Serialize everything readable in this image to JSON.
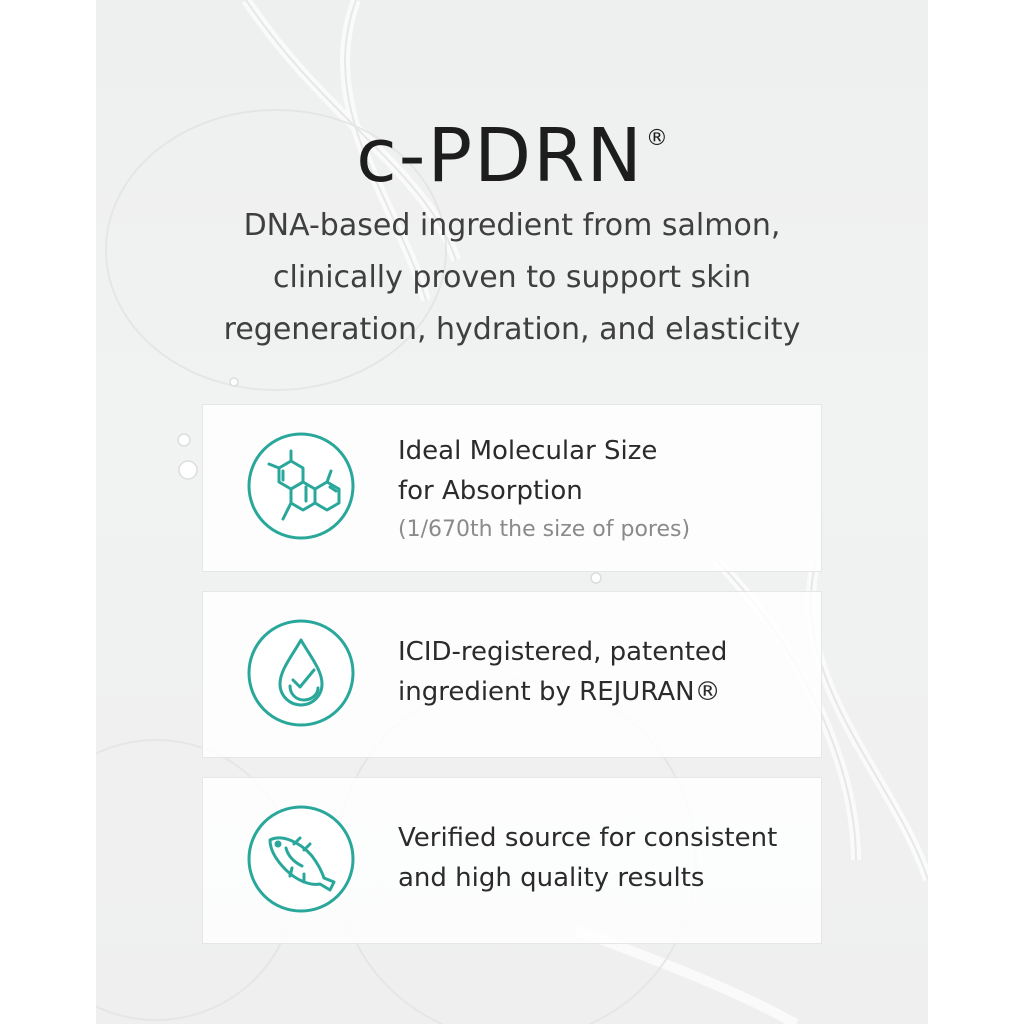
{
  "brand_color": "#2aa79b",
  "title": {
    "text": "c-PDRN",
    "mark": "®"
  },
  "subtitle": {
    "lines": [
      "DNA-based ingredient from salmon,",
      "clinically proven to support skin",
      "regeneration, hydration, and elasticity"
    ]
  },
  "features": [
    {
      "icon": "molecule-icon",
      "lines": [
        "Ideal Molecular Size",
        "for Absorption"
      ],
      "note": "(1/670th the size of pores)"
    },
    {
      "icon": "water-drop-check-icon",
      "lines": [
        "ICID-registered, patented",
        "ingredient by REJURAN®"
      ]
    },
    {
      "icon": "fish-icon",
      "lines": [
        "Verified source for consistent",
        "and high quality results"
      ]
    }
  ]
}
